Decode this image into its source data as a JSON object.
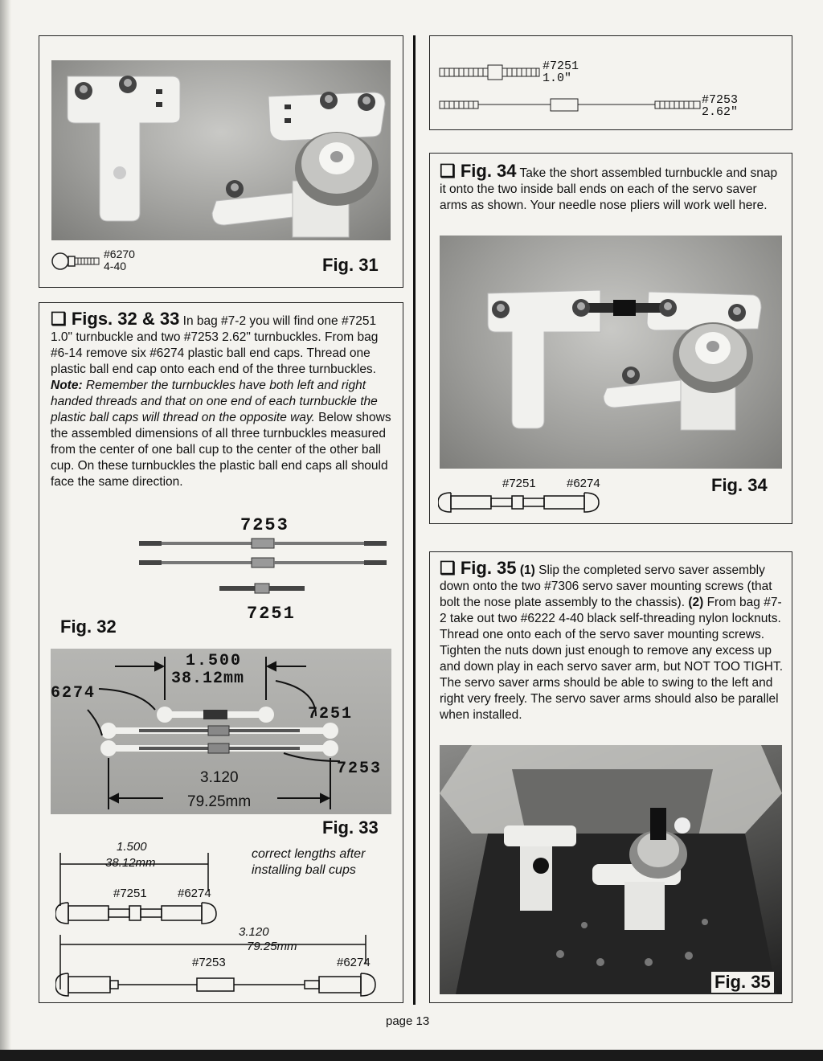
{
  "page": {
    "number_label": "page 13"
  },
  "fig31": {
    "label": "Fig. 31",
    "part_number": "#6270",
    "part_size": "4-40"
  },
  "topright": {
    "part1_number": "#7251",
    "part1_size": "1.0\"",
    "part2_number": "#7253",
    "part2_size": "2.62\""
  },
  "figs32_33": {
    "heading": "❑ Figs. 32 & 33",
    "text_a": " In bag #7-2 you will find one #7251 1.0\" turnbuckle and two #7253 2.62\" turnbuckles. From bag #6-14 remove six #6274 plastic ball end caps. Thread one plastic ball end cap onto each end of the three turnbuckles. ",
    "note_label": "Note:",
    "note_text": " Remember the turnbuckles have both left and right handed threads and that on one end of each turnbuckle the plastic ball caps will thread on the opposite way.",
    "text_b": " Below shows the assembled dimensions of all three turnbuckles measured from the center of one ball cup to the center of the other ball cup. On these turnbuckles the plastic ball end caps all should face the same direction."
  },
  "fig32": {
    "label": "Fig. 32",
    "top_number": "7253",
    "bottom_number": "7251"
  },
  "fig33": {
    "label": "Fig. 33",
    "dim1_in": "1.500",
    "dim1_mm": "38.12mm",
    "dim2_in": "3.120",
    "dim2_mm": "79.25mm",
    "callout_6274": "6274",
    "callout_7251": "7251",
    "callout_7253": "7253"
  },
  "lengths": {
    "note": "correct lengths after installing ball cups",
    "short_in": "1.500",
    "short_mm": "38.12mm",
    "short_part": "#7251",
    "short_cap": "#6274",
    "long_in": "3.120",
    "long_mm": "79.25mm",
    "long_part": "#7253",
    "long_cap": "#6274"
  },
  "fig34": {
    "heading": "❑ Fig. 34",
    "text": " Take the short assembled turnbuckle and snap it onto the two inside ball ends on each of the servo saver arms as shown. Your needle nose pliers will work well here.",
    "label": "Fig. 34",
    "part1": "#7251",
    "part2": "#6274"
  },
  "fig35": {
    "heading": "❑ Fig. 35",
    "step1": "(1)",
    "text1": " Slip the completed servo saver assembly down onto the two #7306 servo saver mounting screws (that bolt the nose plate assembly to the chassis). ",
    "step2": "(2)",
    "text2": " From bag #7-2 take out two #6222 4-40 black self-threading nylon locknuts. Thread one onto each of the servo saver mounting screws. Tighten the nuts down just enough to remove any excess up and down play in each servo saver arm, but NOT TOO TIGHT. The servo saver arms should be able to swing to the left and right very freely. The servo saver arms should also be parallel when installed.",
    "label": "Fig. 35"
  }
}
